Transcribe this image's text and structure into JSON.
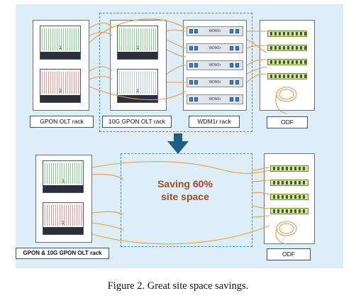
{
  "diagram": {
    "labels": {
      "gpon_olt_rack": "GPON OLT rack",
      "gpon10g_olt_rack": "10G GPON OLT rack",
      "wdm1r_rack": "WDM1r  rack",
      "odf_top": "ODF",
      "combined_rack": "GPON & 10G GPON OLT rack",
      "odf_bottom": "ODF"
    },
    "unit_numbers": [
      "1",
      "2"
    ],
    "wdm_unit_label": "WDM1r",
    "saving_line1_prefix": "Saving ",
    "saving_line1_value": "60%",
    "saving_line2": "site space",
    "caption": "Figure 2. Great site space savings.",
    "colors": {
      "panel_bg": "#ddeef8",
      "dashed_border": "#3e8bc8",
      "arrow": "#1f5f86",
      "fiber": "#e89b4c",
      "saving_text": "#9a4e26",
      "saving_value": "#c0392b"
    }
  }
}
